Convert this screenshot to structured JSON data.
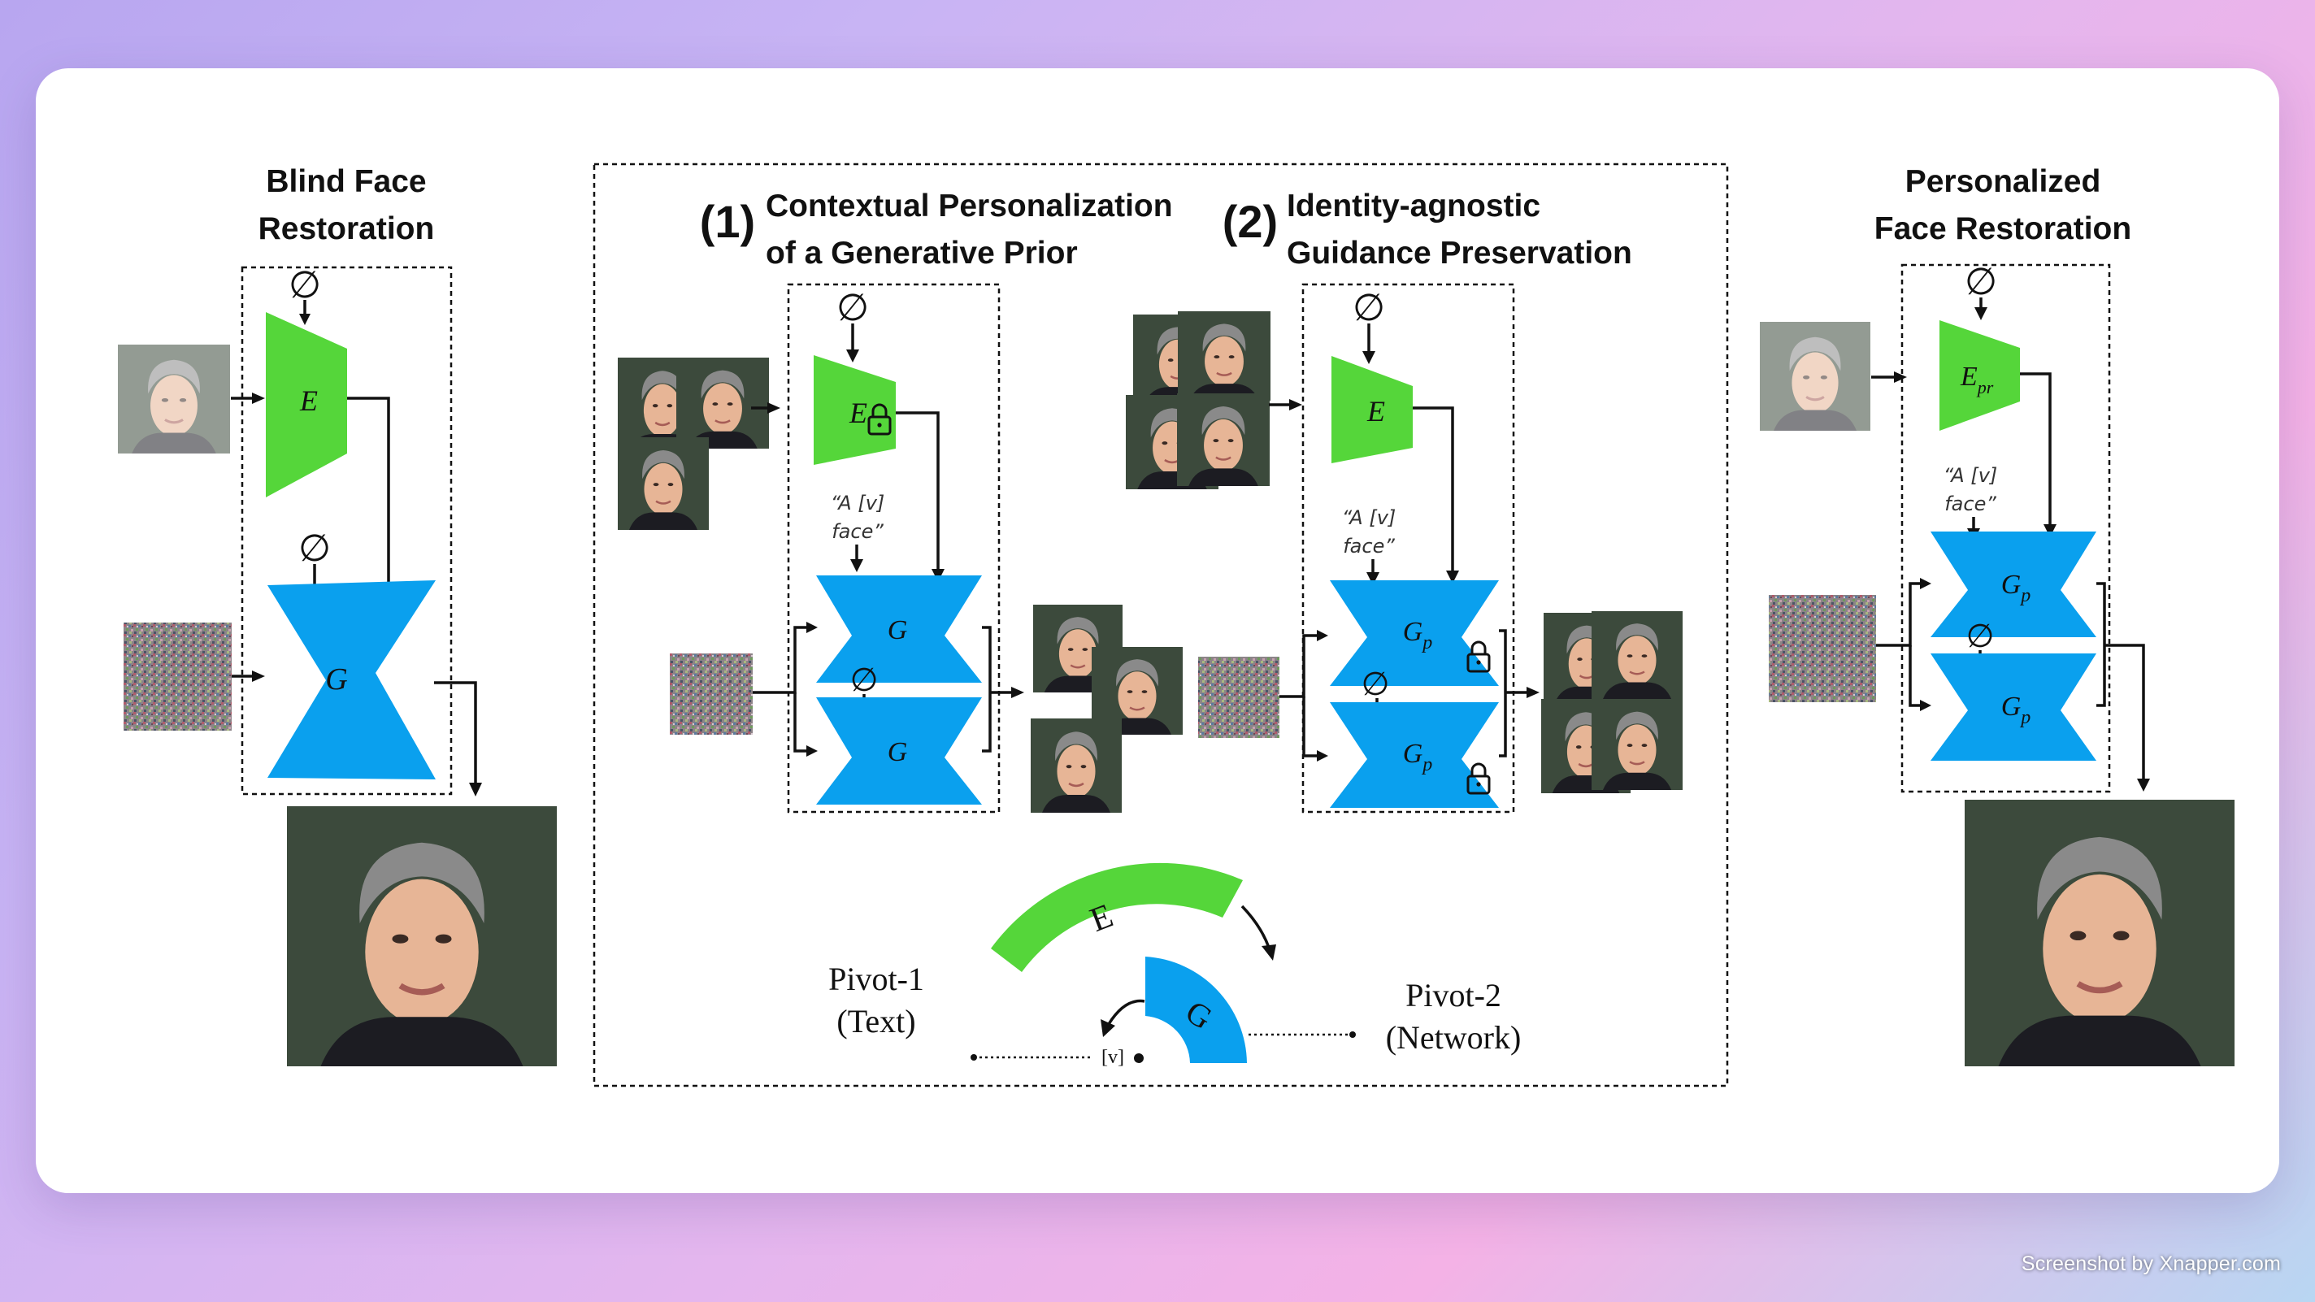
{
  "panels": {
    "left_title": [
      "Blind Face",
      "Restoration"
    ],
    "middle_title_1_num": "(1)",
    "middle_title_1": [
      "Contextual Personalization",
      "of a Generative Prior"
    ],
    "middle_title_2_num": "(2)",
    "middle_title_2": [
      "Identity-agnostic",
      "Guidance Preservation"
    ],
    "right_title": [
      "Personalized",
      "Face Restoration"
    ]
  },
  "labels": {
    "empty_set": "∅",
    "encoder": "E",
    "generator": "G",
    "encoder_pr_base": "E",
    "encoder_pr_sub": "pr",
    "generator_p_base": "G",
    "generator_p_sub": "p",
    "prompt": [
      "“A [v]",
      "face”"
    ]
  },
  "pivot": {
    "pivot1": [
      "Pivot-1",
      "(Text)"
    ],
    "pivot2": [
      "Pivot-2",
      "(Network)"
    ],
    "token": "[v]",
    "arc_e": "E",
    "arc_g": "G"
  },
  "colors": {
    "encoder_green": "#55d63a",
    "generator_blue": "#0aa0ee"
  },
  "footer": {
    "credit": "Screenshot by Xnapper.com"
  }
}
